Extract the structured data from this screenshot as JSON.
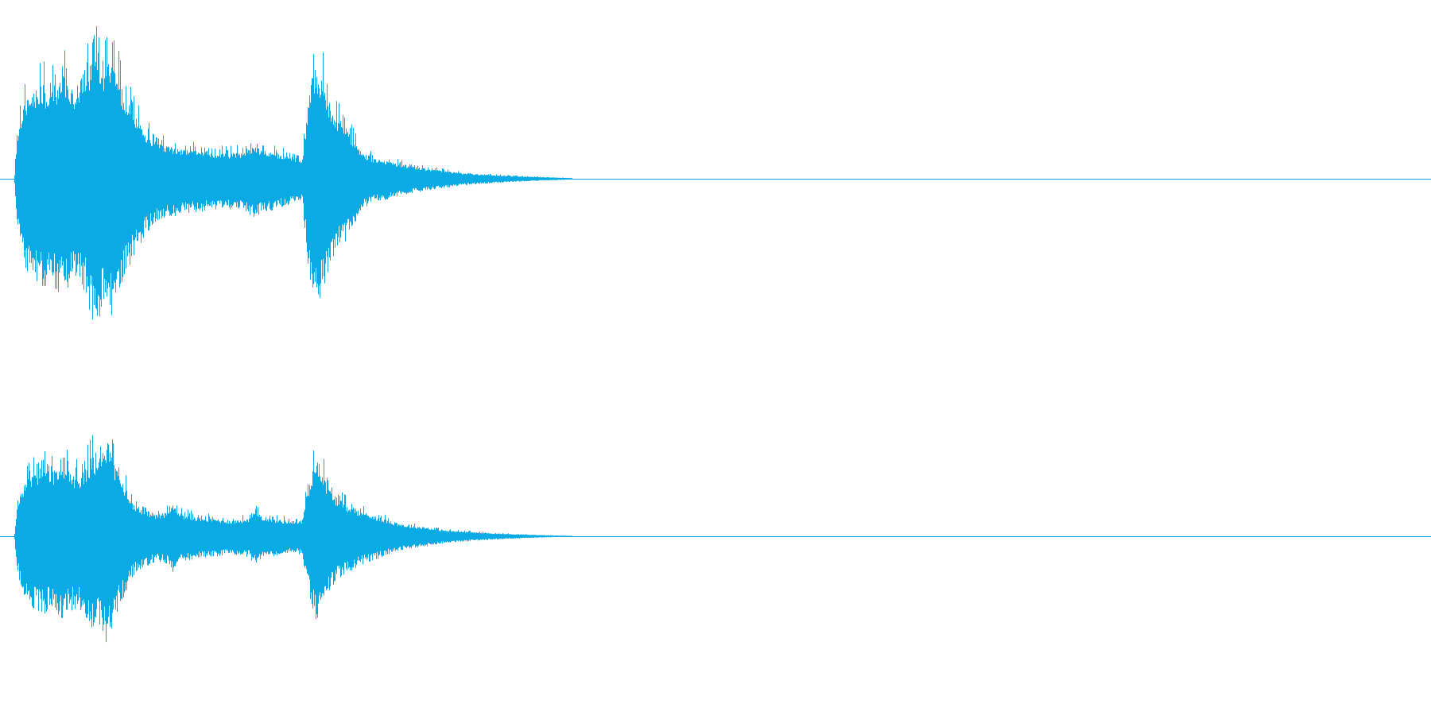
{
  "waveform": {
    "color": "#0aabe4",
    "background": "#ffffff",
    "channel_count": 2,
    "channels": [
      {
        "id": "top",
        "envelope": [
          [
            0.0,
            0.03
          ],
          [
            0.002,
            0.32
          ],
          [
            0.006,
            0.5
          ],
          [
            0.01,
            0.58
          ],
          [
            0.015,
            0.62
          ],
          [
            0.02,
            0.66
          ],
          [
            0.025,
            0.6
          ],
          [
            0.03,
            0.68
          ],
          [
            0.035,
            0.72
          ],
          [
            0.04,
            0.64
          ],
          [
            0.045,
            0.58
          ],
          [
            0.05,
            0.7
          ],
          [
            0.055,
            0.86
          ],
          [
            0.058,
            0.98
          ],
          [
            0.062,
            0.74
          ],
          [
            0.066,
            0.8
          ],
          [
            0.07,
            0.88
          ],
          [
            0.075,
            0.64
          ],
          [
            0.08,
            0.56
          ],
          [
            0.084,
            0.46
          ],
          [
            0.088,
            0.4
          ],
          [
            0.092,
            0.34
          ],
          [
            0.096,
            0.3
          ],
          [
            0.1,
            0.26
          ],
          [
            0.105,
            0.24
          ],
          [
            0.11,
            0.23
          ],
          [
            0.12,
            0.21
          ],
          [
            0.13,
            0.2
          ],
          [
            0.14,
            0.19
          ],
          [
            0.15,
            0.18
          ],
          [
            0.16,
            0.19
          ],
          [
            0.168,
            0.23
          ],
          [
            0.175,
            0.21
          ],
          [
            0.185,
            0.18
          ],
          [
            0.195,
            0.16
          ],
          [
            0.203,
            0.14
          ],
          [
            0.206,
            0.4
          ],
          [
            0.21,
            0.8
          ],
          [
            0.214,
            0.74
          ],
          [
            0.218,
            0.7
          ],
          [
            0.222,
            0.54
          ],
          [
            0.226,
            0.44
          ],
          [
            0.232,
            0.4
          ],
          [
            0.238,
            0.3
          ],
          [
            0.245,
            0.18
          ],
          [
            0.255,
            0.14
          ],
          [
            0.265,
            0.12
          ],
          [
            0.275,
            0.1
          ],
          [
            0.285,
            0.08
          ],
          [
            0.3,
            0.06
          ],
          [
            0.315,
            0.04
          ],
          [
            0.33,
            0.03
          ],
          [
            0.35,
            0.02
          ],
          [
            0.37,
            0.012
          ],
          [
            0.39,
            0.006
          ],
          [
            0.405,
            0.002
          ],
          [
            1.0,
            0.0
          ]
        ]
      },
      {
        "id": "bottom",
        "envelope": [
          [
            0.0,
            0.03
          ],
          [
            0.002,
            0.28
          ],
          [
            0.006,
            0.44
          ],
          [
            0.01,
            0.52
          ],
          [
            0.015,
            0.58
          ],
          [
            0.02,
            0.62
          ],
          [
            0.025,
            0.56
          ],
          [
            0.03,
            0.6
          ],
          [
            0.035,
            0.64
          ],
          [
            0.04,
            0.58
          ],
          [
            0.045,
            0.54
          ],
          [
            0.05,
            0.62
          ],
          [
            0.055,
            0.72
          ],
          [
            0.058,
            0.66
          ],
          [
            0.062,
            0.76
          ],
          [
            0.066,
            0.84
          ],
          [
            0.07,
            0.64
          ],
          [
            0.075,
            0.52
          ],
          [
            0.08,
            0.4
          ],
          [
            0.084,
            0.3
          ],
          [
            0.09,
            0.24
          ],
          [
            0.1,
            0.2
          ],
          [
            0.108,
            0.22
          ],
          [
            0.112,
            0.28
          ],
          [
            0.118,
            0.2
          ],
          [
            0.13,
            0.17
          ],
          [
            0.145,
            0.15
          ],
          [
            0.155,
            0.14
          ],
          [
            0.165,
            0.16
          ],
          [
            0.17,
            0.22
          ],
          [
            0.175,
            0.18
          ],
          [
            0.185,
            0.15
          ],
          [
            0.195,
            0.14
          ],
          [
            0.203,
            0.14
          ],
          [
            0.206,
            0.36
          ],
          [
            0.21,
            0.58
          ],
          [
            0.214,
            0.7
          ],
          [
            0.218,
            0.56
          ],
          [
            0.222,
            0.42
          ],
          [
            0.228,
            0.34
          ],
          [
            0.235,
            0.28
          ],
          [
            0.245,
            0.22
          ],
          [
            0.255,
            0.18
          ],
          [
            0.265,
            0.14
          ],
          [
            0.275,
            0.1
          ],
          [
            0.29,
            0.08
          ],
          [
            0.305,
            0.05
          ],
          [
            0.32,
            0.04
          ],
          [
            0.34,
            0.025
          ],
          [
            0.36,
            0.015
          ],
          [
            0.38,
            0.007
          ],
          [
            0.395,
            0.003
          ],
          [
            1.0,
            0.0
          ]
        ]
      }
    ]
  }
}
